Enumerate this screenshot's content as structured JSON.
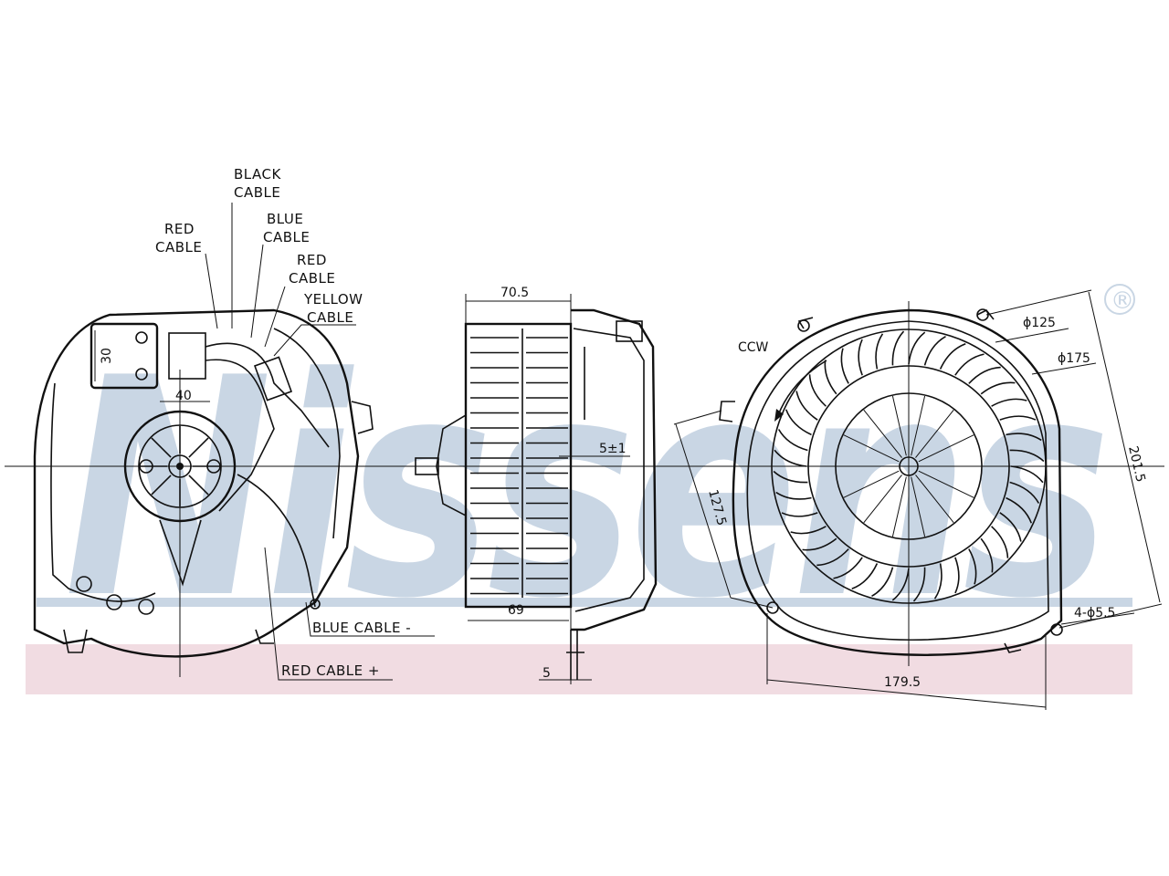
{
  "watermark": {
    "brand_text": "Nissens",
    "registered_mark": "®",
    "brand_color": "#c9d6e4",
    "band_color": "#f1dce2"
  },
  "left_view": {
    "labels": {
      "black_cable": [
        "BLACK",
        "CABLE"
      ],
      "red_cable_top": [
        "RED",
        "CABLE"
      ],
      "blue_cable": [
        "BLUE",
        "CABLE"
      ],
      "red_cable_mid": [
        "RED",
        "CABLE"
      ],
      "yellow_cable": [
        "YELLOW",
        "CABLE"
      ],
      "blue_cable_minus": "BLUE CABLE -",
      "red_cable_plus": "RED CABLE +"
    },
    "dims": {
      "connector": "30",
      "hub": "40"
    }
  },
  "middle_view": {
    "dims": {
      "top_width": "70.5",
      "bottom_width": "69",
      "shaft": "5±1",
      "foot": "5"
    }
  },
  "right_view": {
    "rotation": "CCW",
    "dims": {
      "inner_diameter": "ϕ125",
      "outer_diameter": "ϕ175",
      "height": "201.5",
      "half_height": "127.5",
      "width": "179.5",
      "holes": "4-ϕ5.5"
    }
  }
}
